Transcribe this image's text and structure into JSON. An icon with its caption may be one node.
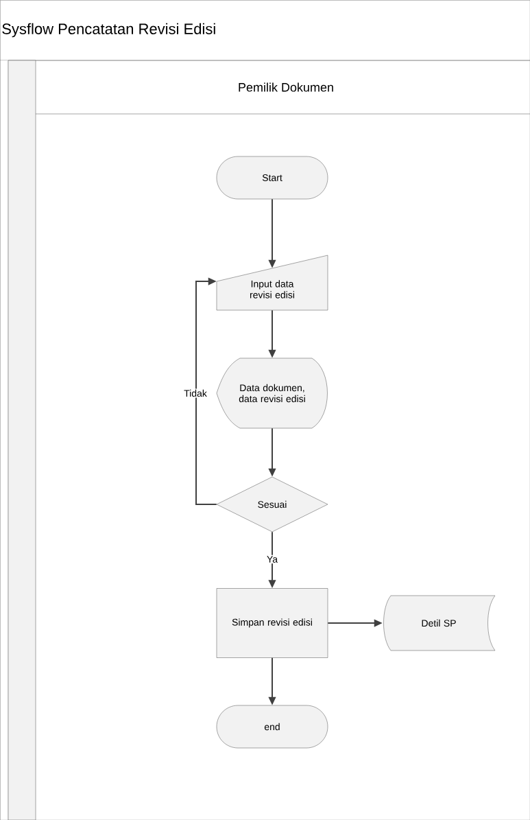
{
  "diagram": {
    "nodes": [
      {
        "text": [
          "Sysflow Pencatatan Revisi Edisi"
        ]
      },
      {
        "text": [
          "Pemilik Dokumen"
        ],
        "in": 0
      },
      {
        "text": [
          "Start"
        ],
        "in": 1
      },
      {
        "text": [
          "Input data revisi edisi"
        ],
        "in": 1
      },
      {
        "text": [
          "Data dokumen, data revisi edisi"
        ],
        "in": 1
      },
      {
        "text": [
          "Sesuai"
        ],
        "in": 1
      },
      {
        "text": [
          "Simpan revisi edisi"
        ],
        "in": 1
      },
      {
        "text": [
          "Detil SP"
        ],
        "in": 1
      },
      {
        "text": [
          "end"
        ],
        "in": 1
      }
    ],
    "edges": [
      {
        "from": 2,
        "to": 3,
        "arrow": "to"
      },
      {
        "from": 3,
        "to": 4,
        "arrow": "to"
      },
      {
        "from": 4,
        "to": 5,
        "arrow": "to"
      },
      {
        "from": 5,
        "to": 3,
        "arrow": "to",
        "label": "Tidak"
      },
      {
        "from": 5,
        "to": 6,
        "arrow": "to",
        "label": "Ya"
      },
      {
        "from": 6,
        "to": 7,
        "arrow": "to"
      },
      {
        "from": 6,
        "to": 8,
        "arrow": "to"
      }
    ]
  }
}
